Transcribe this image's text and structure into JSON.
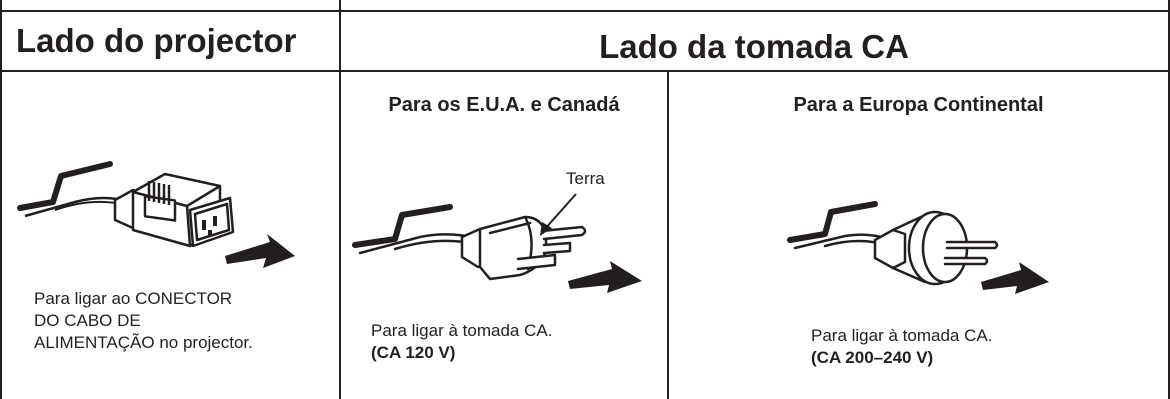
{
  "table": {
    "header_projector": "Lado do projector",
    "header_outlet": "Lado da tomada CA",
    "columns": [
      {
        "subheading": "",
        "icon": "iec-connector-plug-icon",
        "caption_lines": [
          "Para ligar ao CONECTOR",
          "DO CABO DE",
          "ALIMENTAÇÃO no projector."
        ],
        "caption_bold": ""
      },
      {
        "subheading": "Para os E.U.A. e Canadá",
        "icon": "us-plug-icon",
        "callout": "Terra",
        "caption_lines": [
          "Para ligar à tomada CA."
        ],
        "caption_bold": "(CA 120 V)"
      },
      {
        "subheading": "Para a Europa Continental",
        "icon": "eu-plug-icon",
        "caption_lines": [
          "Para ligar à tomada CA."
        ],
        "caption_bold": "(CA 200–240 V)"
      }
    ]
  },
  "colors": {
    "line": "#231f20",
    "background": "#ffffff"
  }
}
